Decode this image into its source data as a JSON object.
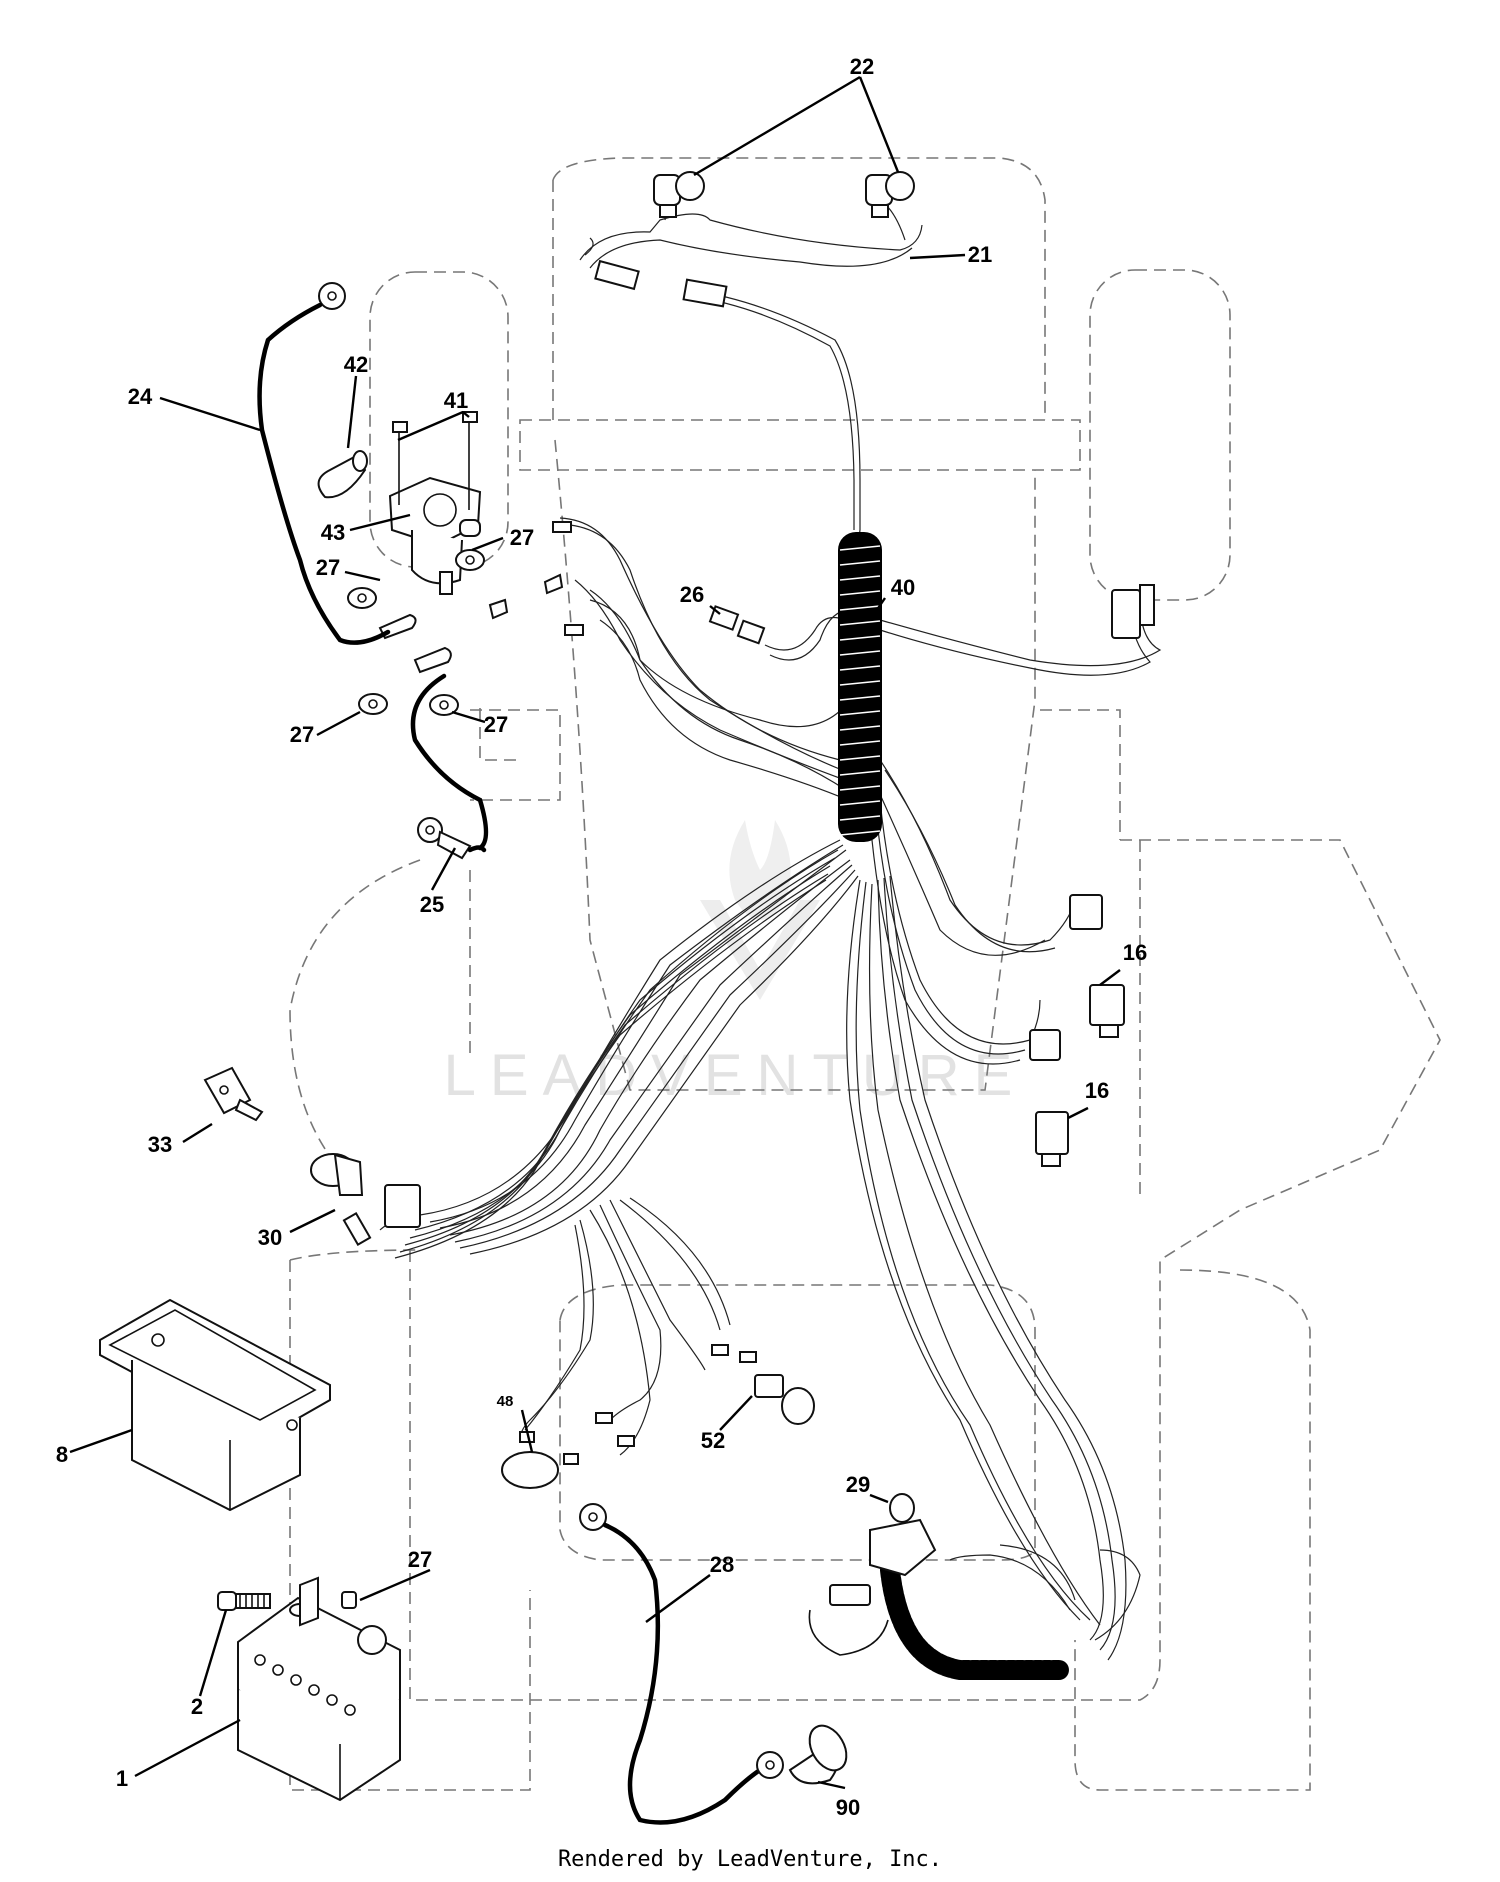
{
  "footer": "Rendered by LeadVenture, Inc.",
  "watermark": "LEADVENTURE",
  "callouts": {
    "p1": "1",
    "p2": "2",
    "p8": "8",
    "p16a": "16",
    "p16b": "16",
    "p21": "21",
    "p22": "22",
    "p24": "24",
    "p25": "25",
    "p26": "26",
    "p27a": "27",
    "p27b": "27",
    "p27c": "27",
    "p27d": "27",
    "p27e": "27",
    "p28": "28",
    "p29": "29",
    "p30": "30",
    "p33": "33",
    "p40": "40",
    "p41": "41",
    "p42": "42",
    "p43": "43",
    "p48": "48",
    "p52": "52",
    "p90": "90"
  }
}
